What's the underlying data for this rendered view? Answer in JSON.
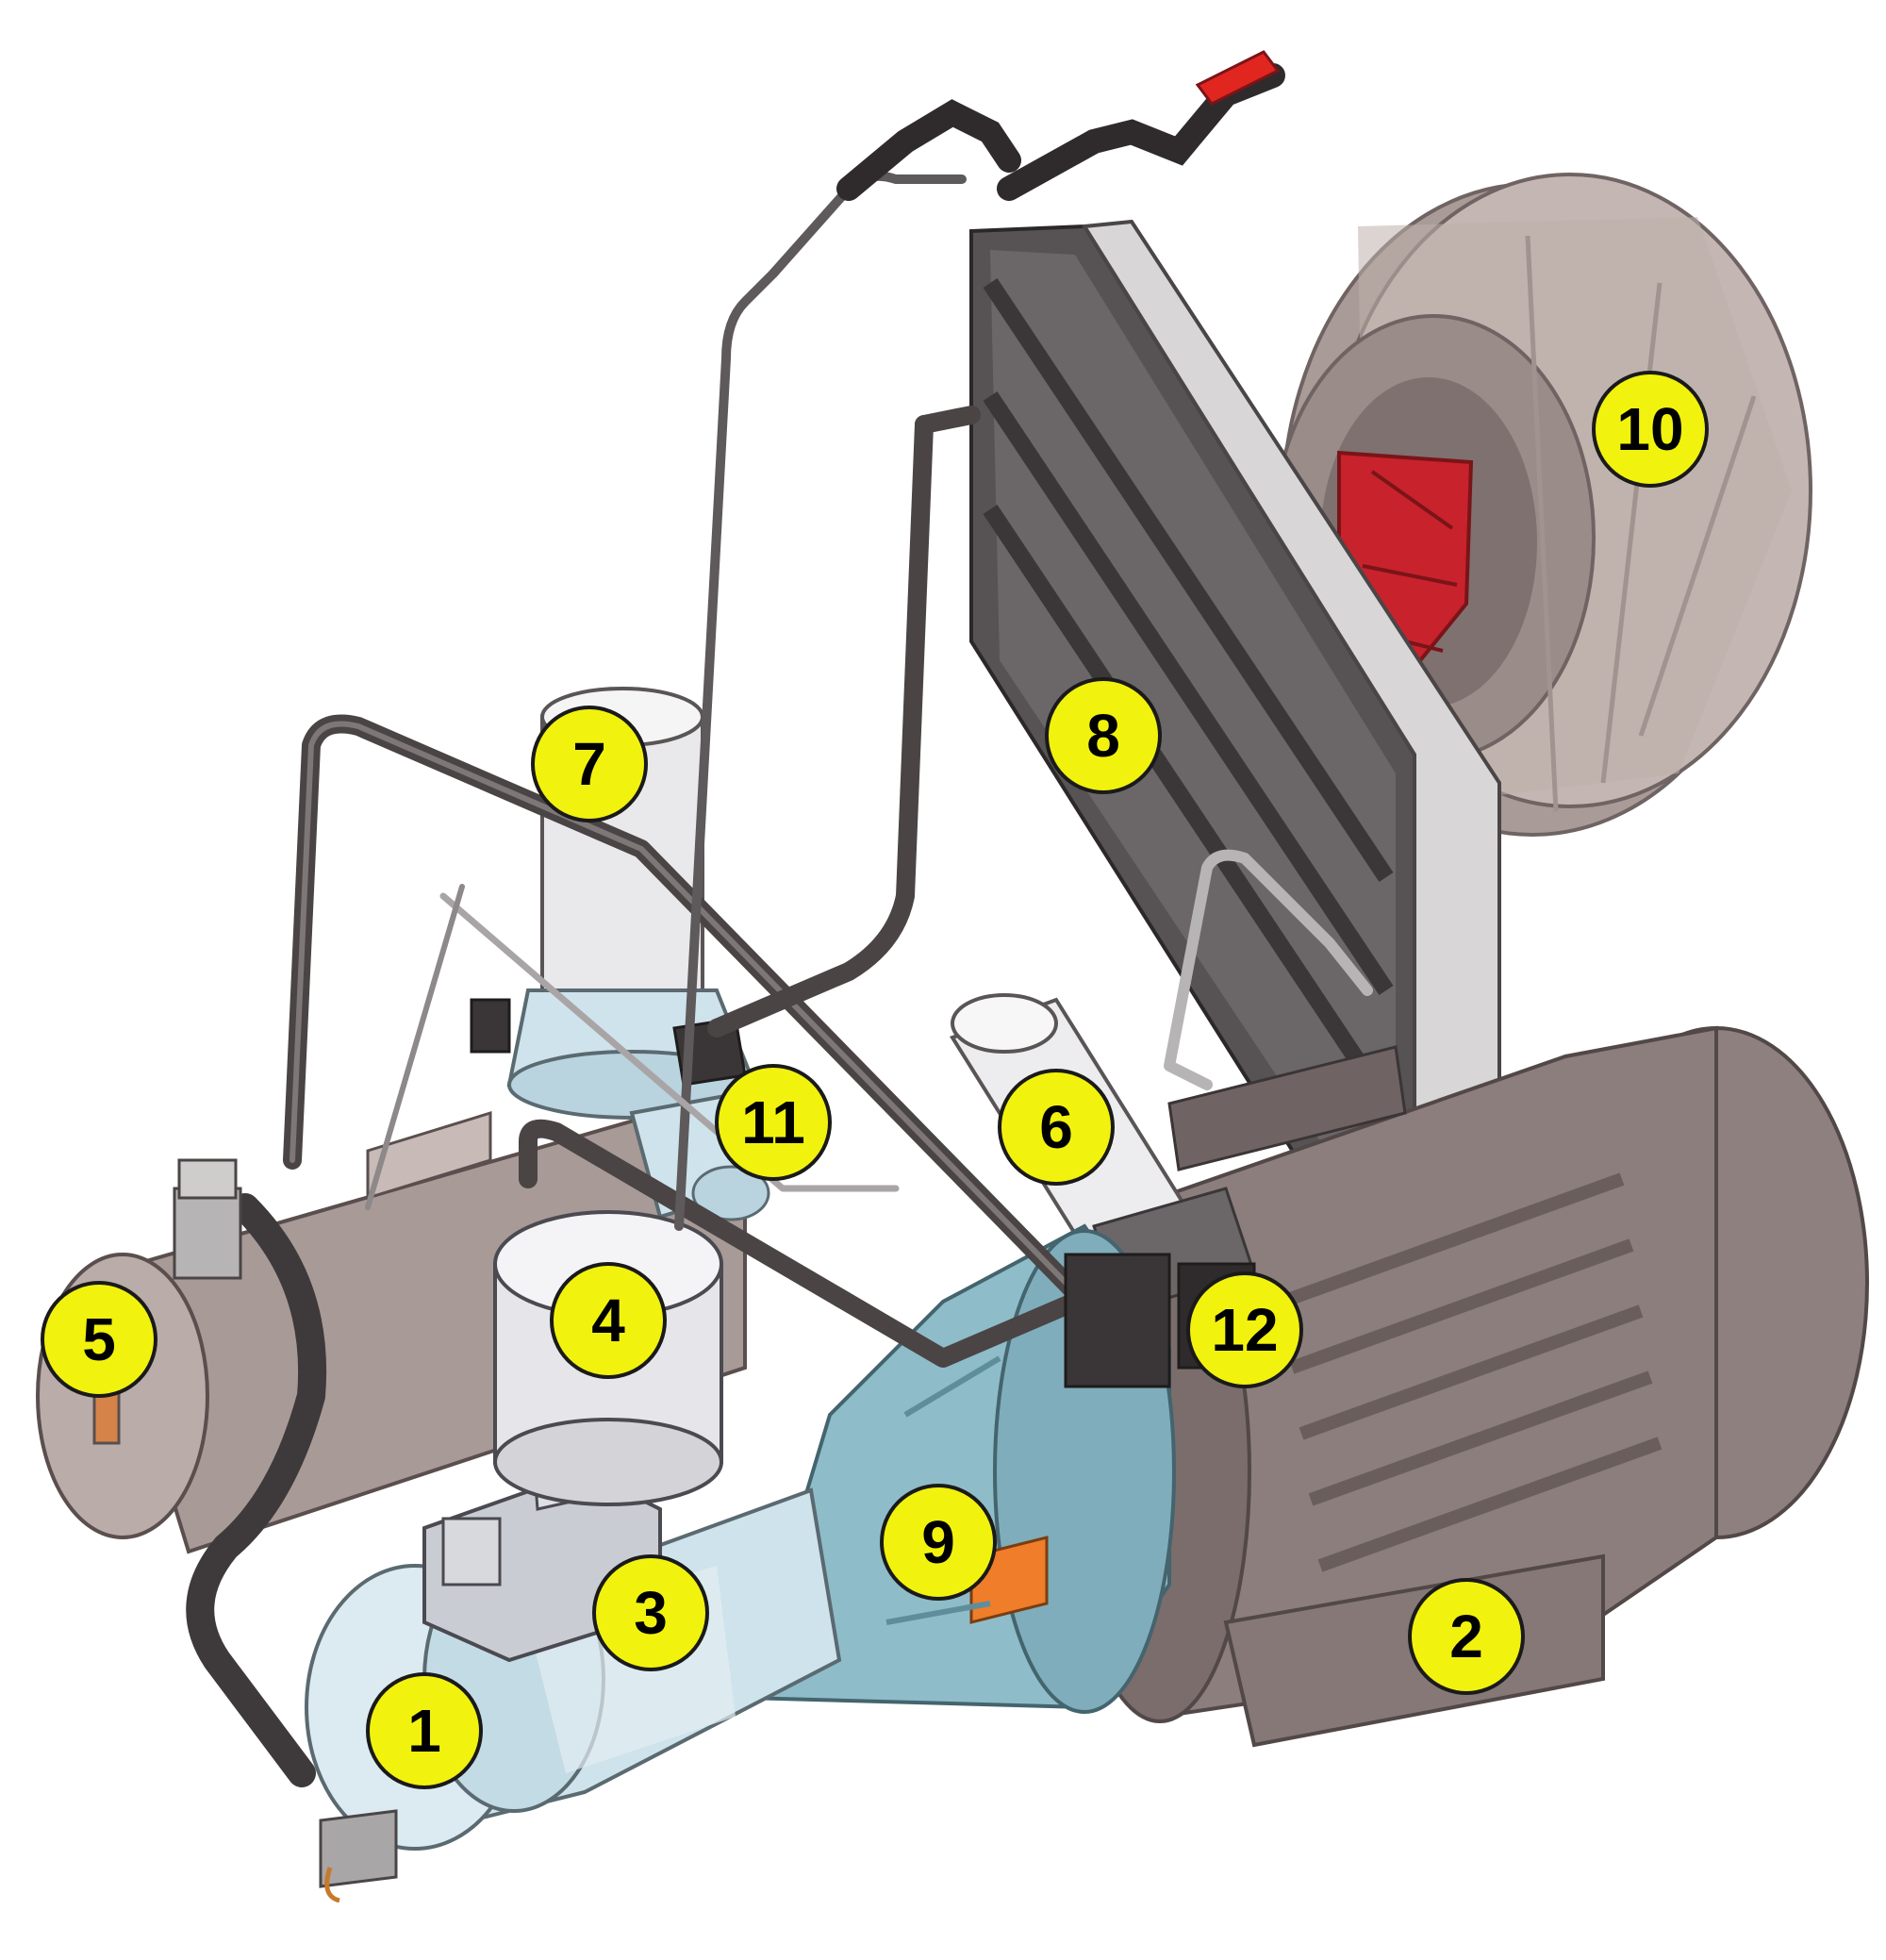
{
  "colors": {
    "callout_fill": "#f2f20f",
    "callout_stroke": "#1a1a1a",
    "pipe": "#4a4445",
    "air_end": "#cfe3ec",
    "coupling_housing": "#8fbcc9",
    "motor": "#8c7e7d",
    "fan": "#bfb1ad",
    "fan_red": "#c8222c",
    "cooler": "#5e5a5b",
    "tank": "#a89a97",
    "filter": "#e9e9ec",
    "valve_handle": "#e0261f",
    "accent_orange": "#ef7d2a"
  },
  "callouts": [
    {
      "label": "1"
    },
    {
      "label": "2"
    },
    {
      "label": "3"
    },
    {
      "label": "4"
    },
    {
      "label": "5"
    },
    {
      "label": "6"
    },
    {
      "label": "7"
    },
    {
      "label": "8"
    },
    {
      "label": "9"
    },
    {
      "label": "10"
    },
    {
      "label": "11"
    },
    {
      "label": "12"
    }
  ]
}
